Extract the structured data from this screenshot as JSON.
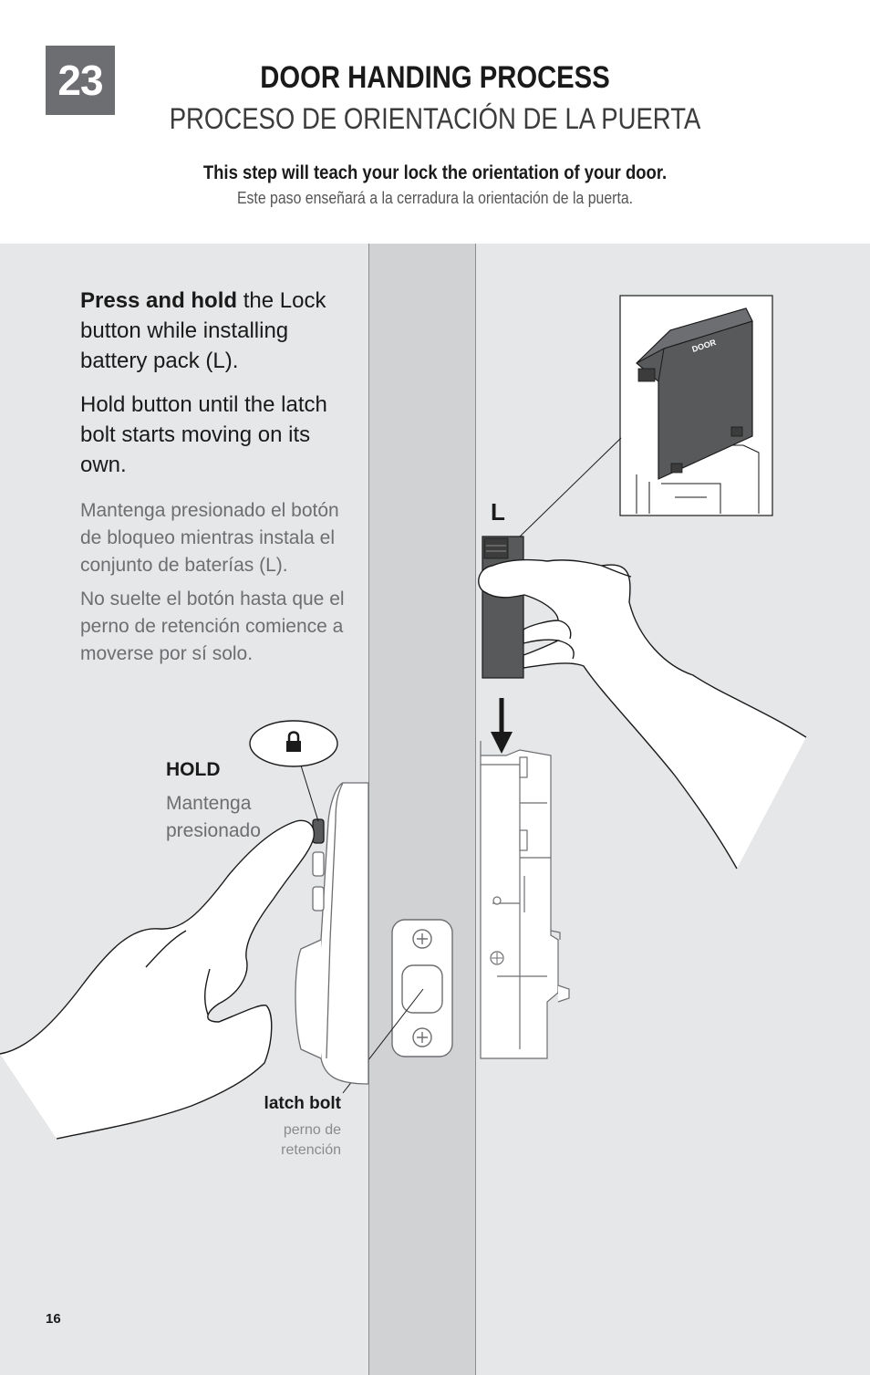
{
  "step": {
    "number": "23"
  },
  "header": {
    "title_en": "DOOR HANDING PROCESS",
    "title_es": "PROCESO DE ORIENTACIÓN DE LA PUERTA"
  },
  "intro": {
    "en": "This step will teach your lock the orientation of your door.",
    "es": "Este paso enseñará a la cerradura la orientación de la puerta."
  },
  "instructions": {
    "p1_bold": "Press and hold",
    "p1_rest": " the Lock button while installing battery pack (L).",
    "p2": "Hold button until the latch bolt starts moving on its own.",
    "p3_es": "Mantenga presionado el botón de bloqueo mientras instala el conjunto de baterías (L).",
    "p4_es": "No suelte el botón hasta que el perno de retención comience a moverse por sí solo."
  },
  "callouts": {
    "hold_en": "HOLD",
    "hold_es": "Mantenga presionado",
    "latch_en": "latch bolt",
    "latch_es": "perno de retención",
    "battery_letter": "L",
    "battery_label": "DOOR"
  },
  "footer": {
    "page": "16"
  },
  "colors": {
    "badge": "#6d6e71",
    "panel": "#e6e7e8",
    "door_edge": "#d1d2d4",
    "battery": "#58595b"
  },
  "icons": {
    "lock": "lock-icon",
    "arrow": "arrow-down-icon"
  }
}
